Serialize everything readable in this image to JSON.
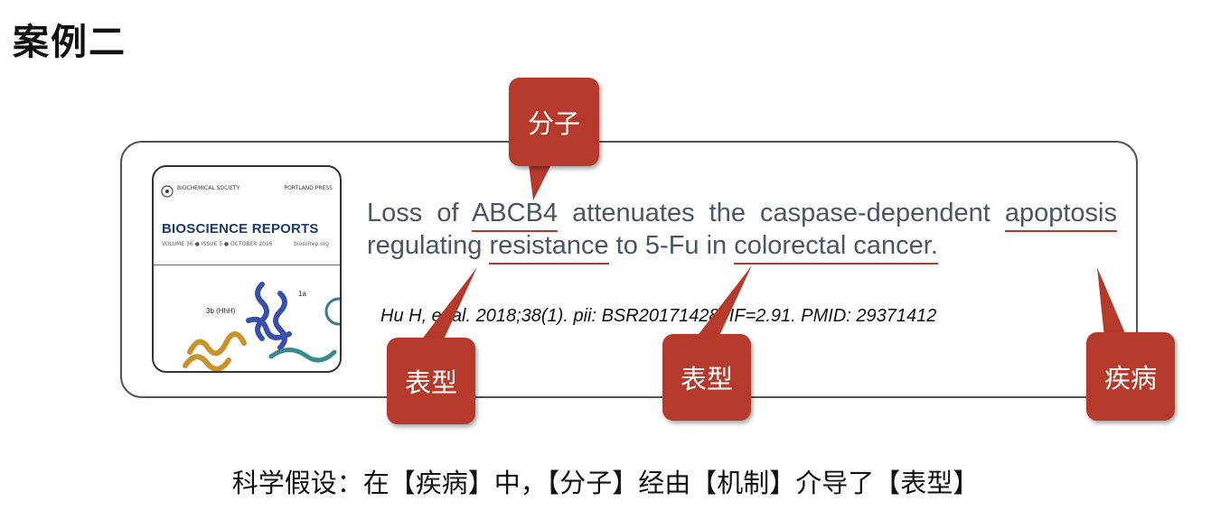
{
  "heading": "案例二",
  "cover": {
    "society": "BIOCHEMICAL SOCIETY",
    "press": "PORTLAND PRESS",
    "journal": "BIOSCIENCE REPORTS",
    "issue": "VOLUME 36 ● ISSUE 5 ● OCTOBER 2016",
    "site": "bioscirep.org",
    "label_left": "3b (HhH)",
    "label_right": "1a"
  },
  "article": {
    "t1": "Loss of ",
    "molecule": "ABCB4",
    "t2": " attenuates the caspase-dependent ",
    "phenotype1": "apoptosis",
    "t3": " regulating ",
    "phenotype2": "resistance",
    "t4": " to 5-Fu in ",
    "disease": "colorectal cancer.",
    "citation": "Hu H, et al. 2018;38(1). pii: BSR20171428. IF=2.91. PMID: 29371412"
  },
  "callouts": {
    "molecule": "分子",
    "phenotype_left": "表型",
    "phenotype_mid": "表型",
    "disease": "疾病"
  },
  "hypothesis": "科学假设：在【疾病】中，【分子】经由【机制】介导了【表型】",
  "colors": {
    "callout": "#b63a2c",
    "underline": "#b03a2e",
    "text": "#4a5565"
  }
}
